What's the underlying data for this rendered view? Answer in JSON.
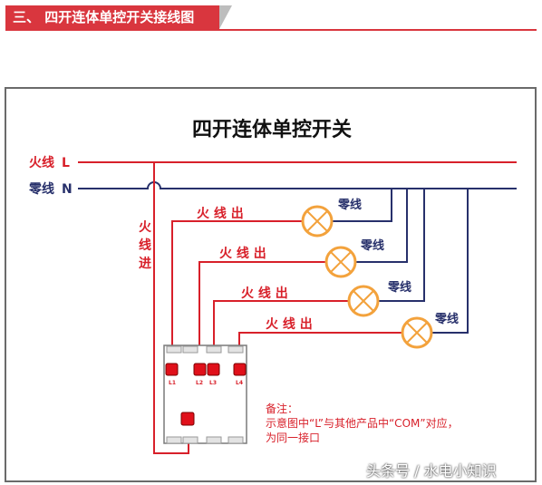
{
  "header": {
    "section_title": "三、 四开连体单控开关接线图",
    "accent_color": "#d9363e"
  },
  "diagram": {
    "title": "四开连体单控开关",
    "live_line_label": "火线",
    "live_line_letter": "L",
    "neutral_line_label": "零线",
    "neutral_line_letter": "N",
    "live_in_chars": [
      "火",
      "线",
      "进"
    ],
    "live_out_label": "火 线 出",
    "neutral_label": "零线",
    "terminals": [
      "L1",
      "L2",
      "L3",
      "L4"
    ],
    "note_lines": [
      "备注：",
      "示意图中“L”与其他产品中“COM”对应，",
      "为同一接口"
    ],
    "colors": {
      "live_wire": "#d8202a",
      "neutral_wire": "#27306b",
      "lamp": "#f3a23c"
    }
  },
  "watermark": "头条号 / 水电小知识"
}
